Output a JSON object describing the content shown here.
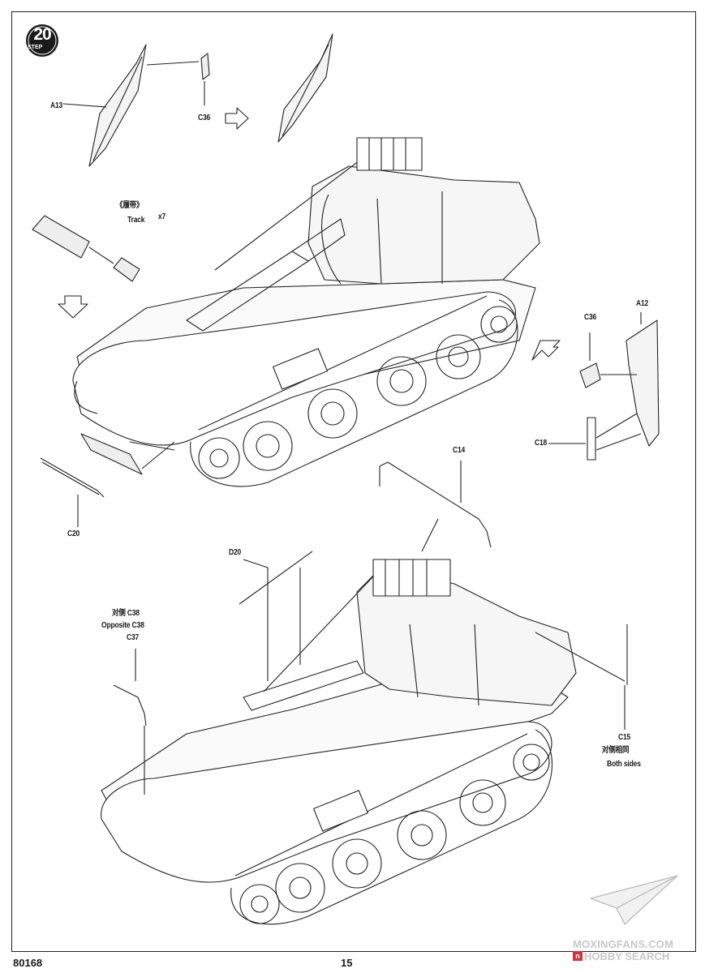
{
  "step": {
    "number": "20",
    "word": "STEP"
  },
  "labels": {
    "a13": "A13",
    "c36_top": "C36",
    "track_cn": "《履带》",
    "track_count": "x7",
    "track_en": "Track",
    "c20": "C20",
    "c36_right": "C36",
    "a12": "A12",
    "c18": "C18",
    "c14": "C14",
    "d20": "D20",
    "opp_cn": "对侧 C38",
    "opp_en": "Opposite C38",
    "c37": "C37",
    "c15": "C15",
    "both_cn": "对侧相同",
    "both_en": "Both sides"
  },
  "footer": {
    "code": "80168",
    "page": "15"
  },
  "watermark": {
    "name": "MOXINGFANS.COM",
    "n": "n",
    "search": "HOBBY SEARCH"
  }
}
